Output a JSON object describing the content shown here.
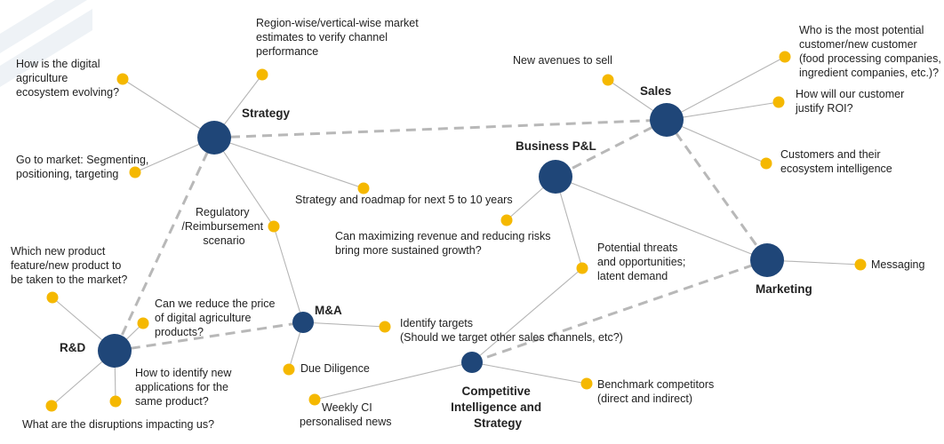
{
  "colors": {
    "hub": "#1f4678",
    "leaf": "#f5b800",
    "edge": "#b5b5b5",
    "dashed_edge": "#b8b8b8",
    "text": "#222222"
  },
  "hubs": {
    "strategy": {
      "label": "Strategy"
    },
    "sales": {
      "label": "Sales"
    },
    "business_pl": {
      "label": "Business P&L"
    },
    "marketing": {
      "label": "Marketing"
    },
    "ma": {
      "label": "M&A"
    },
    "rd": {
      "label": "R&D"
    },
    "ci": {
      "label": [
        "Competitive",
        "Intelligence and",
        "Strategy"
      ]
    }
  },
  "leaves": {
    "digital_ag": {
      "label": [
        "How is the digital",
        "agriculture",
        "ecosystem evolving?"
      ]
    },
    "region_wise": {
      "label": [
        "Region-wise/vertical-wise market",
        "estimates to verify channel",
        "performance"
      ]
    },
    "go_to_market": {
      "label": [
        "Go to market: Segmenting,",
        "positioning, targeting"
      ]
    },
    "strategy_roadmap": {
      "label": [
        "Strategy and roadmap for next 5 to 10 years"
      ]
    },
    "regulatory": {
      "label": [
        "Regulatory",
        "/Reimbursement",
        "scenario"
      ]
    },
    "new_avenues": {
      "label": [
        "New avenues to sell"
      ]
    },
    "potential_customer": {
      "label": [
        "Who is the most potential",
        "customer/new customer",
        "(food processing companies,",
        "ingredient companies, etc.)?"
      ]
    },
    "justify_roi": {
      "label": [
        "How will our customer",
        "justify ROI?"
      ]
    },
    "customers_ecosystem": {
      "label": [
        "Customers and their",
        "ecosystem intelligence"
      ]
    },
    "maximizing_revenue": {
      "label": [
        "Can maximizing revenue and reducing risks",
        "bring more sustained growth?"
      ]
    },
    "threats": {
      "label": [
        "Potential threats",
        "and opportunities;",
        "latent demand"
      ]
    },
    "messaging": {
      "label": [
        "Messaging"
      ]
    },
    "new_product": {
      "label": [
        "Which new product",
        "feature/new product to",
        "be taken to the market?"
      ]
    },
    "reduce_price": {
      "label": [
        "Can we reduce the price",
        "of digital agriculture",
        "products?"
      ]
    },
    "identify_targets": {
      "label": [
        "Identify targets",
        "(Should we target other sales channels, etc?)"
      ]
    },
    "due_diligence": {
      "label": [
        "Due Diligence"
      ]
    },
    "new_applications": {
      "label": [
        "How to identify new",
        "applications for the",
        "same product?"
      ]
    },
    "disruptions": {
      "label": [
        "What are the disruptions impacting us?"
      ]
    },
    "weekly_ci": {
      "label": [
        "Weekly CI",
        "personalised news"
      ]
    },
    "benchmark": {
      "label": [
        "Benchmark competitors",
        "(direct and indirect)"
      ]
    }
  },
  "connections": {
    "solid": [
      [
        "strategy",
        "digital_ag"
      ],
      [
        "strategy",
        "region_wise"
      ],
      [
        "strategy",
        "go_to_market"
      ],
      [
        "strategy",
        "strategy_roadmap"
      ],
      [
        "strategy",
        "regulatory"
      ],
      [
        "regulatory",
        "ma"
      ],
      [
        "sales",
        "new_avenues"
      ],
      [
        "sales",
        "potential_customer"
      ],
      [
        "sales",
        "justify_roi"
      ],
      [
        "sales",
        "customers_ecosystem"
      ],
      [
        "business_pl",
        "maximizing_revenue"
      ],
      [
        "business_pl",
        "threats"
      ],
      [
        "business_pl",
        "marketing"
      ],
      [
        "marketing",
        "messaging"
      ],
      [
        "rd",
        "new_product"
      ],
      [
        "rd",
        "reduce_price"
      ],
      [
        "rd",
        "new_applications"
      ],
      [
        "rd",
        "disruptions"
      ],
      [
        "ma",
        "identify_targets"
      ],
      [
        "ma",
        "due_diligence"
      ],
      [
        "ci",
        "threats"
      ],
      [
        "ci",
        "weekly_ci"
      ],
      [
        "ci",
        "benchmark"
      ]
    ],
    "dashed": [
      [
        "strategy",
        "sales"
      ],
      [
        "strategy",
        "rd"
      ],
      [
        "sales",
        "business_pl"
      ],
      [
        "sales",
        "marketing"
      ],
      [
        "rd",
        "ma"
      ],
      [
        "ci",
        "marketing"
      ]
    ]
  }
}
